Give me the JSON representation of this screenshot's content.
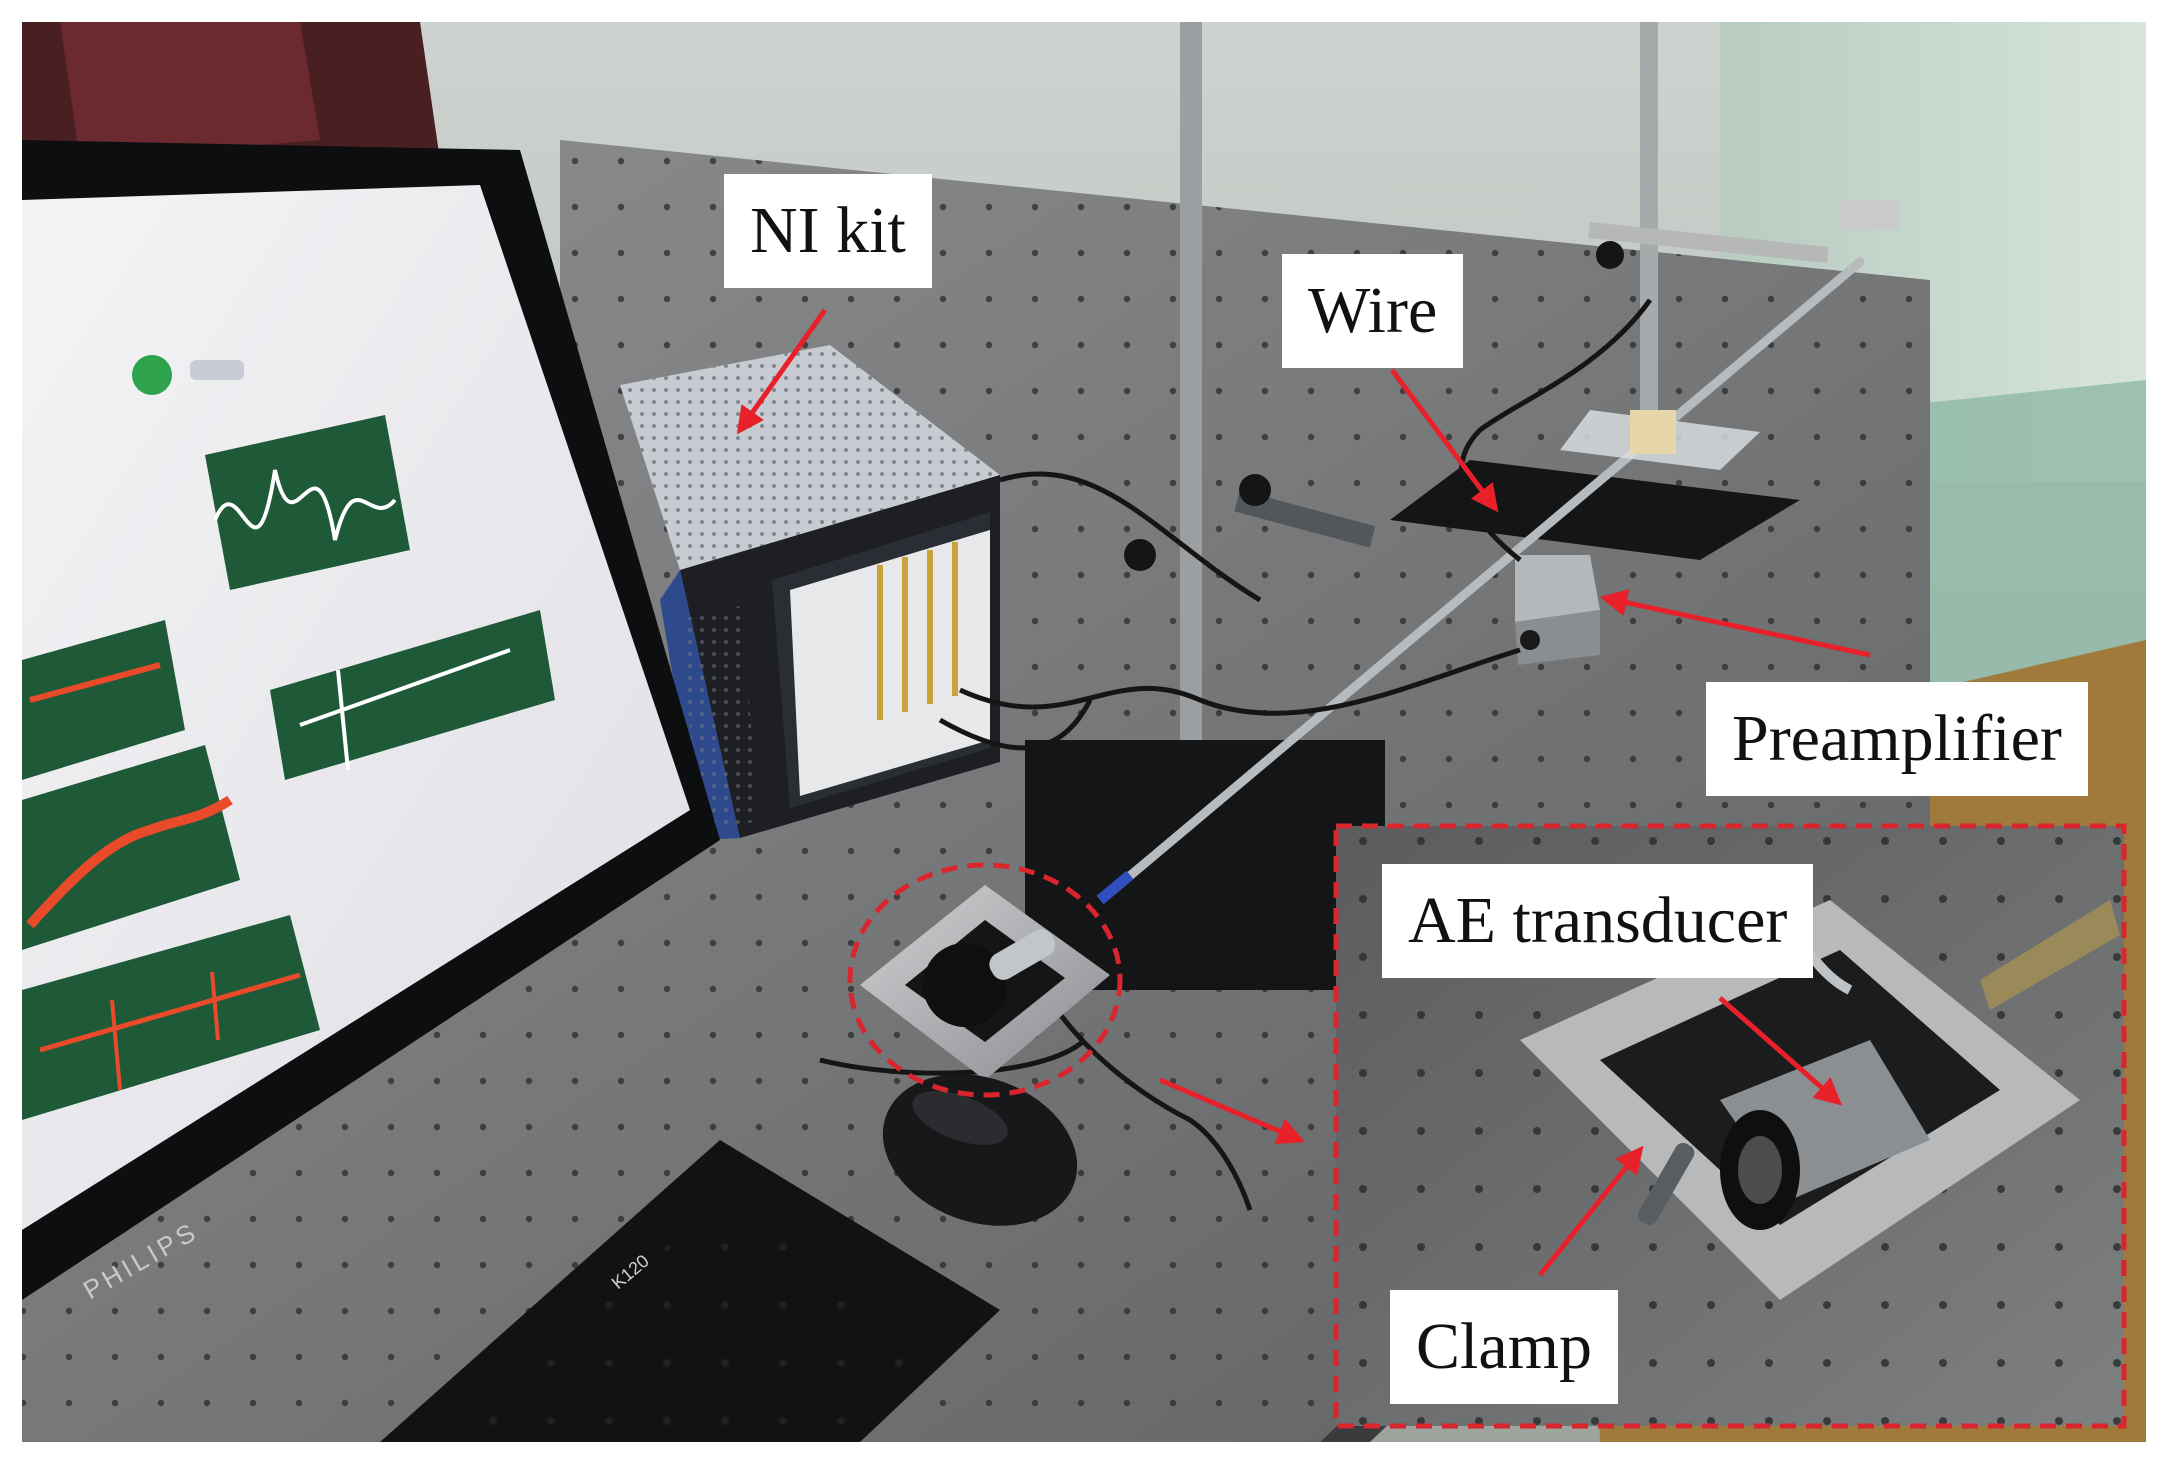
{
  "labels": {
    "ni_kit": "NI kit",
    "wire": "Wire",
    "preamplifier": "Preamplifier",
    "ae_transducer": "AE transducer",
    "clamp": "Clamp"
  },
  "monitor": {
    "brand": "PHILIPS"
  },
  "keyboard": {
    "model": "K120"
  },
  "colors": {
    "arrow": "#e8202a",
    "dashed_outline": "#d9262e",
    "scope_background": "#1e5a38",
    "waveform": "#ffffff",
    "signal_red": "#e84a2a"
  }
}
